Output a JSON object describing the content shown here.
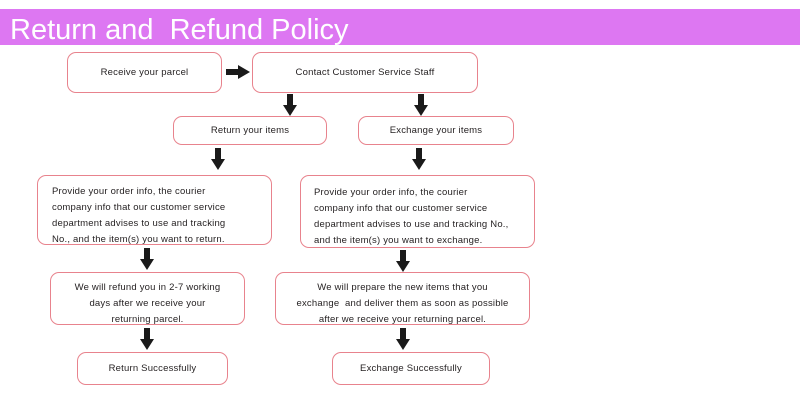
{
  "header": {
    "title": "Return and  Refund Policy",
    "background_color": "#dd77f2",
    "text_color": "#ffffff"
  },
  "theme": {
    "node_border_color": "#e8838d",
    "node_fill_color": "#ffffff",
    "node_text_color": "#231f20",
    "arrow_color": "#1a1a1a",
    "page_background": "#ffffff"
  },
  "flowchart": {
    "type": "flowchart",
    "orientation": "top-down",
    "nodes": {
      "receive_parcel": "Receive your parcel",
      "contact_staff": "Contact Customer Service Staff",
      "return_items": "Return your items",
      "exchange_items": "Exchange your items",
      "return_info": "Provide your order info, the courier\ncompany info that our customer service\ndepartment advises to use and tracking\nNo., and the item(s) you want to return.",
      "exchange_info": "Provide your order info, the courier\ncompany info that our customer service\ndepartment advises to use and tracking No.,\nand the item(s) you want to exchange.",
      "refund_result": "We will refund you in 2-7 working\ndays after we receive your\nreturning parcel.",
      "exchange_result": "We will prepare the new items that you\nexchange  and deliver them as soon as possible\nafter we receive your returning parcel.",
      "return_success": "Return Successfully",
      "exchange_success": "Exchange Successfully"
    },
    "edges": [
      {
        "from": "receive_parcel",
        "to": "contact_staff",
        "direction": "right"
      },
      {
        "from": "contact_staff",
        "to": "return_items",
        "direction": "down"
      },
      {
        "from": "contact_staff",
        "to": "exchange_items",
        "direction": "down"
      },
      {
        "from": "return_items",
        "to": "return_info",
        "direction": "down"
      },
      {
        "from": "exchange_items",
        "to": "exchange_info",
        "direction": "down"
      },
      {
        "from": "return_info",
        "to": "refund_result",
        "direction": "down"
      },
      {
        "from": "exchange_info",
        "to": "exchange_result",
        "direction": "down"
      },
      {
        "from": "refund_result",
        "to": "return_success",
        "direction": "down"
      },
      {
        "from": "exchange_result",
        "to": "exchange_success",
        "direction": "down"
      }
    ]
  }
}
